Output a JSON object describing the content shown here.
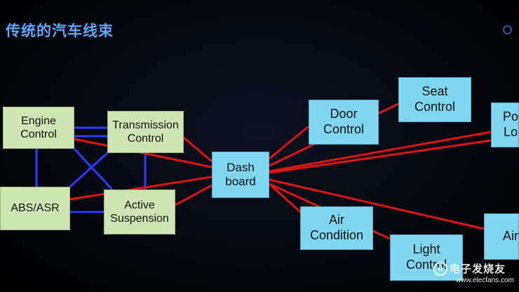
{
  "title": "传统的汽车线束",
  "colors": {
    "title": "#5aa8ff",
    "control_box": "#cfe6b4",
    "peripheral_box": "#7fd6ee",
    "bus_line": "#2a3cff",
    "harness_line": "#e01414"
  },
  "nodes": {
    "engine": "Engine\nControl",
    "transmission": "Transmission\nControl",
    "abs": "ABS/ASR",
    "suspension": "Active\nSuspension",
    "dash": "Dash\nboard",
    "door": "Door\nControl",
    "seat": "Seat\nControl",
    "power_lock": "Po\nLo",
    "air_condition": "Air\nCondition",
    "light": "Light\nControl",
    "airbag": "Air"
  },
  "watermark": {
    "name": "电子发烧友",
    "url": "www.elecfans.com"
  }
}
